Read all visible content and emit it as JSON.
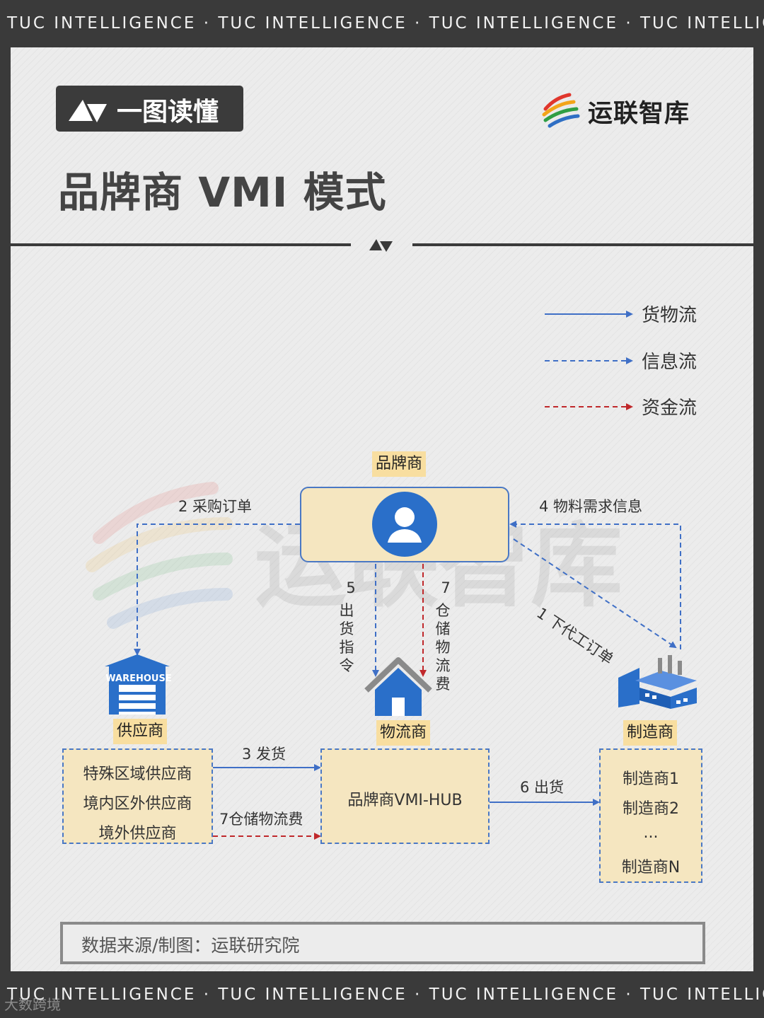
{
  "header_band": {
    "text": "TUC INTELLIGENCE · TUC INTELLIGENCE · TUC INTELLIGENCE · TUC INTELLIGENCE"
  },
  "footer_band": {
    "text": "TUC INTELLIGENCE · TUC INTELLIGENCE · TUC INTELLIGENCE · TUC INTELLIGENCE"
  },
  "tag": {
    "label": "一图读懂"
  },
  "brand": {
    "name": "运联智库"
  },
  "title": "品牌商 VMI 模式",
  "legend": [
    {
      "label": "货物流",
      "style": "solid",
      "color": "#3f6fc6"
    },
    {
      "label": "信息流",
      "style": "dashed",
      "color": "#3f6fc6"
    },
    {
      "label": "资金流",
      "style": "dashed",
      "color": "#c0282b"
    }
  ],
  "watermark": "运联智库",
  "nodes": {
    "brand_owner": {
      "tag": "品牌商",
      "icon": "person-icon"
    },
    "supplier": {
      "tag": "供应商",
      "icon": "warehouse-icon",
      "icon_text": "WAREHOUSE",
      "items": [
        "特殊区域供应商",
        "境内区外供应商",
        "境外供应商"
      ]
    },
    "logistics": {
      "tag": "物流商",
      "icon": "house-icon",
      "hub": "品牌商VMI-HUB"
    },
    "manufacturer": {
      "tag": "制造商",
      "icon": "factory-icon",
      "items": [
        "制造商1",
        "制造商2",
        "...",
        "制造商N"
      ]
    }
  },
  "flows": {
    "f1": "1 下代工订单",
    "f2": "2 采购订单",
    "f3": "3 发货",
    "f4": "4 物料需求信息",
    "f5_num": "5",
    "f5_text": "出货指令",
    "f6": "6 出货",
    "f7_num": "7",
    "f7_text": "仓储物流费",
    "f7b": "7仓储物流费"
  },
  "source": "数据来源/制图：运联研究院",
  "corner_watermark": "大数跨境",
  "colors": {
    "goods": "#3f6fc6",
    "info": "#3f6fc6",
    "fund": "#c0282b",
    "box_fill": "#f5e6c0",
    "tag_fill": "#f8dea0"
  }
}
